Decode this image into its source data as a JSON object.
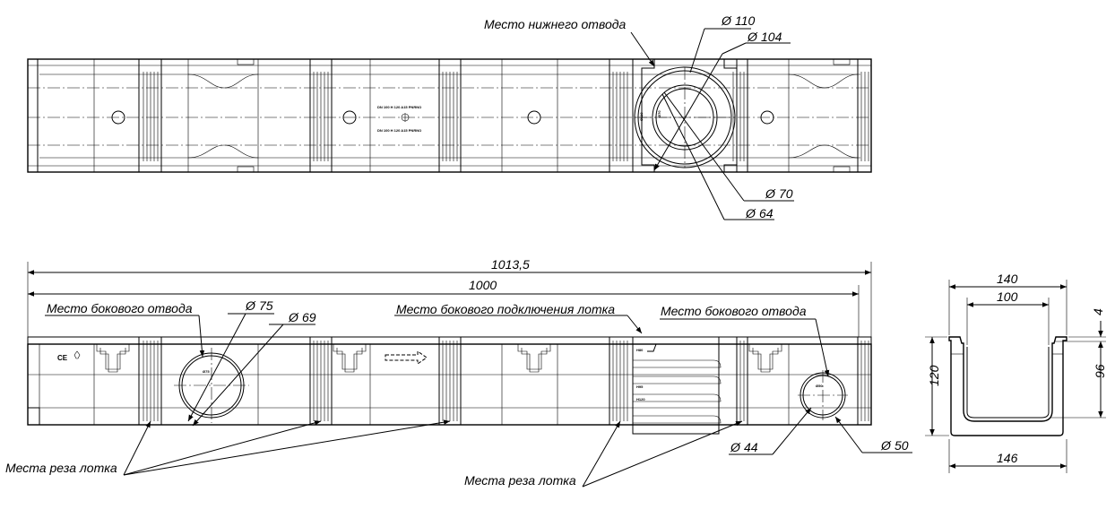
{
  "labels": {
    "bottom_outlet": "Место нижнего отвода",
    "side_outlet_left": "Место бокового отвода",
    "side_connection": "Место бокового подключения лотка",
    "side_outlet_right": "Место бокового отвода",
    "cut_left": "Места реза лотка",
    "cut_right": "Места реза лотка"
  },
  "dimensions": {
    "d110": "110",
    "d104": "104",
    "d70": "70",
    "d64": "64",
    "total_length": "1013,5",
    "length": "1000",
    "d75": "75",
    "d69": "69",
    "d44": "44",
    "d50": "50",
    "width_top": "140",
    "width_inner": "100",
    "wall": "4",
    "height": "120",
    "depth": "96",
    "width_bottom": "146"
  },
  "symbols": {
    "diameter": "Ø"
  },
  "markings": {
    "top_text_1": "DN 100 H 120 A15 PNRNO",
    "top_text_2": "DN 100 H 120 A15 PNRNO",
    "left_mark": "CE",
    "ring_left": "Ø75",
    "ring_right": "Ø50",
    "center_top": "Ø110",
    "center_side": "Ø70",
    "h_labels": [
      "H80",
      "H95",
      "H120"
    ]
  }
}
